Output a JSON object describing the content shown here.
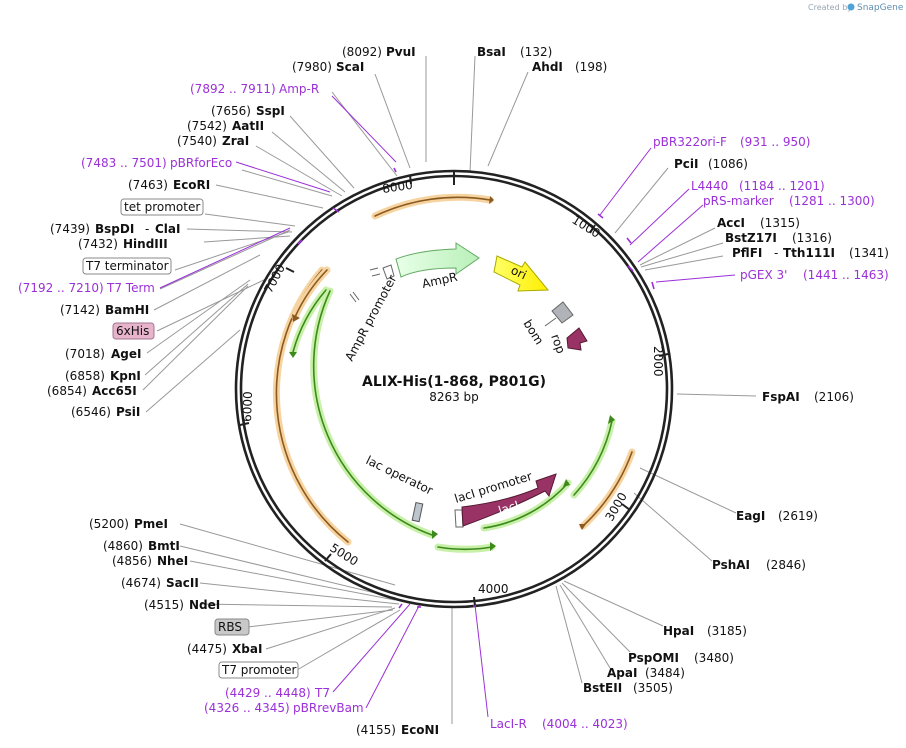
{
  "credit": "Created by",
  "brand": "SnapGene",
  "plasmid": {
    "name": "ALIX-His(1-868, P801G)",
    "size": "8263 bp"
  },
  "ticks": [
    "1000",
    "2000",
    "3000",
    "4000",
    "5000",
    "6000",
    "7000",
    "8000"
  ],
  "sites": [
    {
      "num": "(8092)",
      "name": "PvuI"
    },
    {
      "name": "BsaI",
      "num": "(132)"
    },
    {
      "num": "(7980)",
      "name": "ScaI"
    },
    {
      "name": "AhdI",
      "num": "(198)"
    },
    {
      "num": "(7656)",
      "name": "SspI"
    },
    {
      "num": "(7542)",
      "name": "AatII"
    },
    {
      "num": "(7540)",
      "name": "ZraI"
    },
    {
      "num": "(7463)",
      "name": "EcoRI"
    },
    {
      "num": "(7439)",
      "name": "BspDI",
      "name2": "ClaI"
    },
    {
      "num": "(7432)",
      "name": "HindIII"
    },
    {
      "num": "(7142)",
      "name": "BamHI"
    },
    {
      "num": "(7018)",
      "name": "AgeI"
    },
    {
      "num": "(6858)",
      "name": "KpnI"
    },
    {
      "num": "(6854)",
      "name": "Acc65I"
    },
    {
      "num": "(6546)",
      "name": "PsiI"
    },
    {
      "name": "PciI",
      "num": "(1086)"
    },
    {
      "name": "AccI",
      "num": "(1315)"
    },
    {
      "name": "BstZ17I",
      "num": "(1316)"
    },
    {
      "name": "PflFI",
      "name2": "Tth111I",
      "num": "(1341)"
    },
    {
      "name": "FspAI",
      "num": "(2106)"
    },
    {
      "name": "EagI",
      "num": "(2619)"
    },
    {
      "name": "PshAI",
      "num": "(2846)"
    },
    {
      "name": "HpaI",
      "num": "(3185)"
    },
    {
      "name": "PspOMI",
      "num": "(3480)"
    },
    {
      "name": "ApaI",
      "num": "(3484)"
    },
    {
      "name": "BstEII",
      "num": "(3505)"
    },
    {
      "num": "(5200)",
      "name": "PmeI"
    },
    {
      "num": "(4860)",
      "name": "BmtI"
    },
    {
      "num": "(4856)",
      "name": "NheI"
    },
    {
      "num": "(4674)",
      "name": "SacII"
    },
    {
      "num": "(4515)",
      "name": "NdeI"
    },
    {
      "num": "(4475)",
      "name": "XbaI"
    },
    {
      "num": "(4155)",
      "name": "EcoNI"
    }
  ],
  "primers": [
    {
      "range": "(7892 .. 7911)",
      "name": "Amp-R"
    },
    {
      "range": "(7483 .. 7501)",
      "name": "pBRforEco"
    },
    {
      "range": "(7192 .. 7210)",
      "name": "T7 Term"
    },
    {
      "name": "pBR322ori-F",
      "range": "(931 .. 950)"
    },
    {
      "name": "L4440",
      "range": "(1184 .. 1201)"
    },
    {
      "name": "pRS-marker",
      "range": "(1281 .. 1300)"
    },
    {
      "name": "pGEX 3'",
      "range": "(1441 .. 1463)"
    },
    {
      "range": "(4429 .. 4448)",
      "name": "T7"
    },
    {
      "range": "(4326 .. 4345)",
      "name": "pBRrevBam"
    },
    {
      "name": "LacI-R",
      "range": "(4004 .. 4023)"
    }
  ],
  "boxed": [
    "tet promoter",
    "T7 terminator",
    "6xHis",
    "RBS",
    "T7 promoter"
  ],
  "features": [
    "AmpR",
    "AmpR promoter",
    "ori",
    "bom",
    "rop",
    "lac operator",
    "lacI promoter",
    "lacI"
  ],
  "colors": {
    "primer": "#9b30d8",
    "ampr": "#ccffcc",
    "ori": "#ffff00",
    "rop": "#993366",
    "laci": "#993366",
    "orange_arc": "#e8a85a",
    "green_arc": "#66aa33",
    "his_box": "#e8b4cc",
    "rbs_box": "#c8c8c8"
  }
}
